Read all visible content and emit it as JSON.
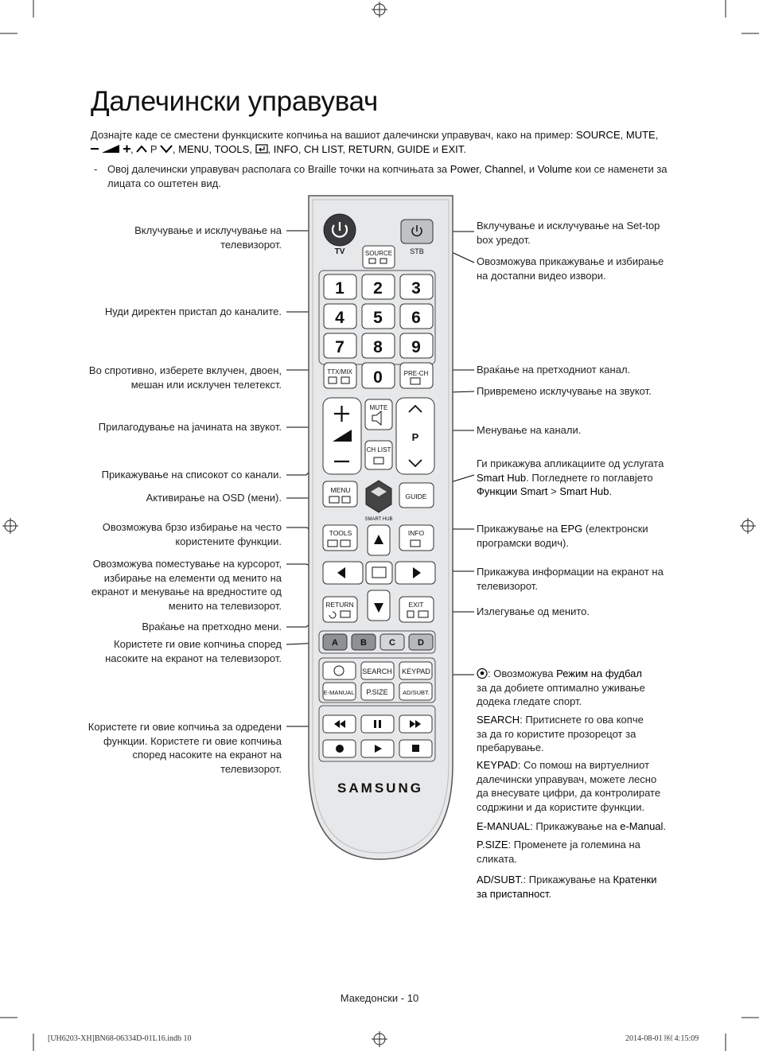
{
  "title": "Далечински управувач",
  "intro": {
    "text1": "Дознајте каде се сместени функциските копчиња на вашиот далечински управувач, како на пример: ",
    "k_source": "SOURCE",
    "k_mute": "MUTE",
    "k_menu": "MENU",
    "k_tools": "TOOLS",
    "k_info": "INFO",
    "k_chlist": "CH LIST",
    "k_return": "RETURN",
    "k_guide": "GUIDE",
    "and": "и",
    "k_exit": "EXIT",
    "p_letter": "P"
  },
  "note": {
    "dash": "-",
    "t1": "Овој далечински управувач располага со Braille точки на копчињата за ",
    "k_power": "Power",
    "k_channel": "Channel",
    "t2": ", и ",
    "k_volume": "Volume",
    "t3": " кои се наменети за лицата со оштетен вид."
  },
  "left_labels": {
    "power": "Вклучување и исклучување на телевизорот.",
    "numbers": "Нуди директен пристап до каналите.",
    "ttx": "Во спротивно, изберете вклучен, двоен, мешан или исклучен телетекст.",
    "volume": "Прилагодување на јачината на звукот.",
    "chlist": "Прикажување на списокот со канали.",
    "menu": "Активирање на OSD (мени).",
    "tools": "Овозможува брзо избирање на често користените функции.",
    "cursor": "Овозможува поместување на курсорот, избирање на елементи од менито на екранот и менување на вредностите од менито на телевизорот.",
    "return": "Враќање на претходно мени.",
    "color": "Користете ги овие копчиња според насоките на екранот на телевизорот.",
    "media": "Користете ги овие копчиња за одредени функции. Користете ги овие копчиња според насоките на екранот на телевизорот."
  },
  "right_labels": {
    "stb": "Вклучување и исклучување на Set-top box уредот.",
    "source": "Овозможува прикажување и избирање на достапни видео извори.",
    "prech": "Враќање на претходниот канал.",
    "mute": "Привремено исклучување на звукот.",
    "channel": "Менување на канали.",
    "smarthub_1": "Ги прикажува апликациите од услугата ",
    "smarthub_k1": "Smart Hub",
    "smarthub_2": ". Погледнете го поглавјето ",
    "smarthub_k2": "Функции Smart",
    "smarthub_gt": " > ",
    "smarthub_k3": "Smart Hub",
    "smarthub_end": ".",
    "guide_1": "Прикажување на ",
    "guide_k": "EPG",
    "guide_2": " (електронски програмски водич).",
    "info": "Прикажува информации на екранот на телевизорот.",
    "exit": "Излегување од менито.",
    "football_1": ": Овозможува ",
    "football_k": "Режим на фудбал",
    "football_2": " за да добиете оптимално уживање додека гледате спорт.",
    "search_k": "SEARCH",
    "search_t": ": Притиснете го ова копче за да го користите прозорецот за пребарување.",
    "keypad_k": "KEYPAD",
    "keypad_t": ": Со помош на виртуелниот далечински управувач, можете лесно да внесувате цифри, да контролирате содржини и да користите функции.",
    "emanual_k": "E-MANUAL",
    "emanual_t": ": Прикажување на ",
    "emanual_k2": "e-Manual",
    "emanual_end": ".",
    "psize_k": "P.SIZE",
    "psize_t": ": Променете ја големина на сликата.",
    "adsubt_k": "AD/SUBT.",
    "adsubt_t": ": Прикажување на ",
    "adsubt_k2": "Кратенки за пристапност",
    "adsubt_end": "."
  },
  "remote": {
    "tv": "TV",
    "stb": "STB",
    "source": "SOURCE",
    "digits": [
      "1",
      "2",
      "3",
      "4",
      "5",
      "6",
      "7",
      "8",
      "9"
    ],
    "zero": "0",
    "ttx": "TTX/MIX",
    "prech": "PRE-CH",
    "mute": "MUTE",
    "p": "P",
    "chlist": "CH LIST",
    "menu": "MENU",
    "guide": "GUIDE",
    "smarthub": "SMART HUB",
    "tools": "TOOLS",
    "info": "INFO",
    "return": "RETURN",
    "exit": "EXIT",
    "colors": [
      "A",
      "B",
      "C",
      "D"
    ],
    "search": "SEARCH",
    "keypad": "KEYPAD",
    "emanual": "E-MANUAL",
    "psize": "P.SIZE",
    "adsubt": "AD/SUBT.",
    "brand": "SAMSUNG"
  },
  "footer": "Македонски - 10",
  "imprint_left": "[UH6203-XH]BN68-06334D-01L16.indb   10",
  "imprint_right": "2014-08-01   ￼ 4:15:09"
}
